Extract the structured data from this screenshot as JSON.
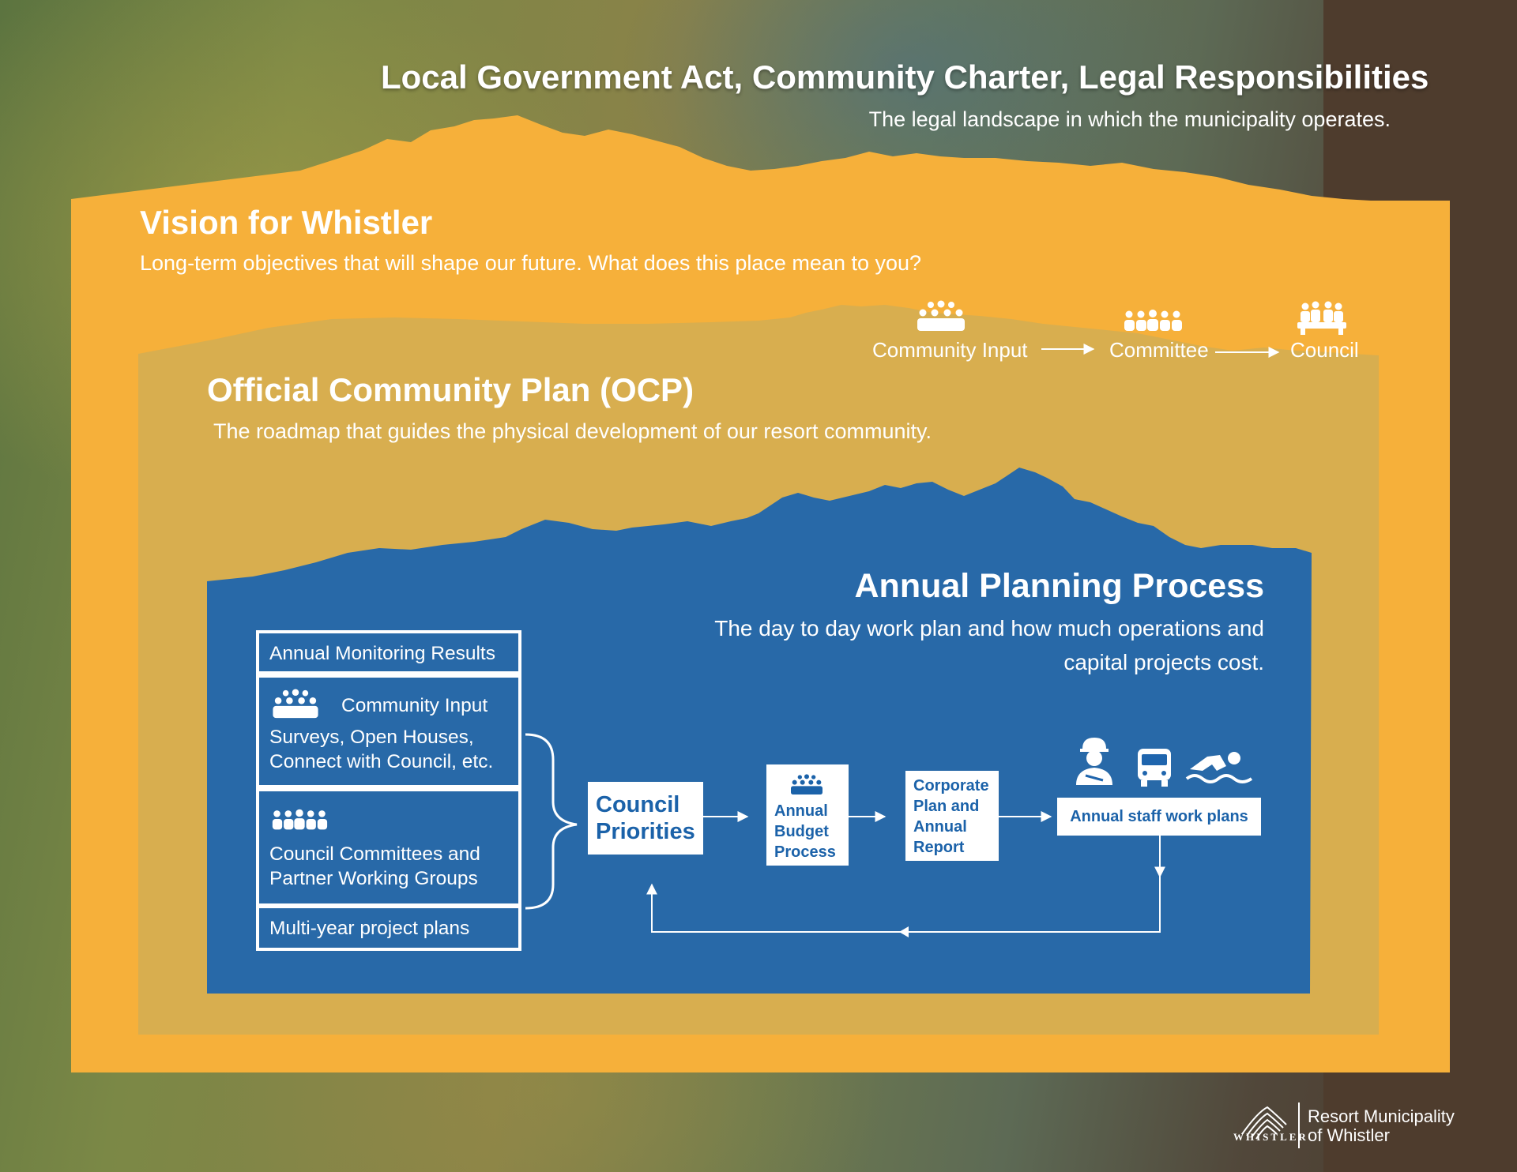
{
  "header": {
    "title": "Local Government Act, Community Charter, Legal Responsibilities",
    "subtitle": "The legal landscape in which the municipality operates."
  },
  "vision": {
    "title": "Vision for Whistler",
    "subtitle": "Long-term objectives that will shape our future. What does this place mean to you?"
  },
  "ocp": {
    "title": "Official Community Plan (OCP)",
    "subtitle": "The roadmap that guides the physical development of our resort community.",
    "flow": [
      "Community Input",
      "Committee",
      "Council"
    ]
  },
  "annual": {
    "title": "Annual Planning Process",
    "subtitle": "The day to day work plan and how much operations and capital projects cost.",
    "inputs": {
      "monitoring": "Annual Monitoring Results",
      "community_title": "Community Input",
      "community_detail_1": "Surveys, Open Houses,",
      "community_detail_2": "Connect with Council, etc.",
      "committees_1": "Council Committees and",
      "committees_2": "Partner Working Groups",
      "multiyear": "Multi-year project plans"
    },
    "steps": {
      "council_priorities_1": "Council",
      "council_priorities_2": "Priorities",
      "budget_1": "Annual",
      "budget_2": "Budget",
      "budget_3": "Process",
      "corporate_1": "Corporate",
      "corporate_2": "Plan and",
      "corporate_3": "Annual",
      "corporate_4": "Report",
      "staff": "Annual staff work plans"
    },
    "staff_icons": [
      "worker-icon",
      "bus-icon",
      "swimmer-icon"
    ]
  },
  "logo": {
    "wordmark": "WHISTLER",
    "org_line_1": "Resort Municipality",
    "org_line_2": "of Whistler"
  },
  "colors": {
    "orange": "#f6b03a",
    "ocp_gold": "#d3ad54",
    "blue": "#1f65ad",
    "text_blue": "#1b62a9"
  }
}
